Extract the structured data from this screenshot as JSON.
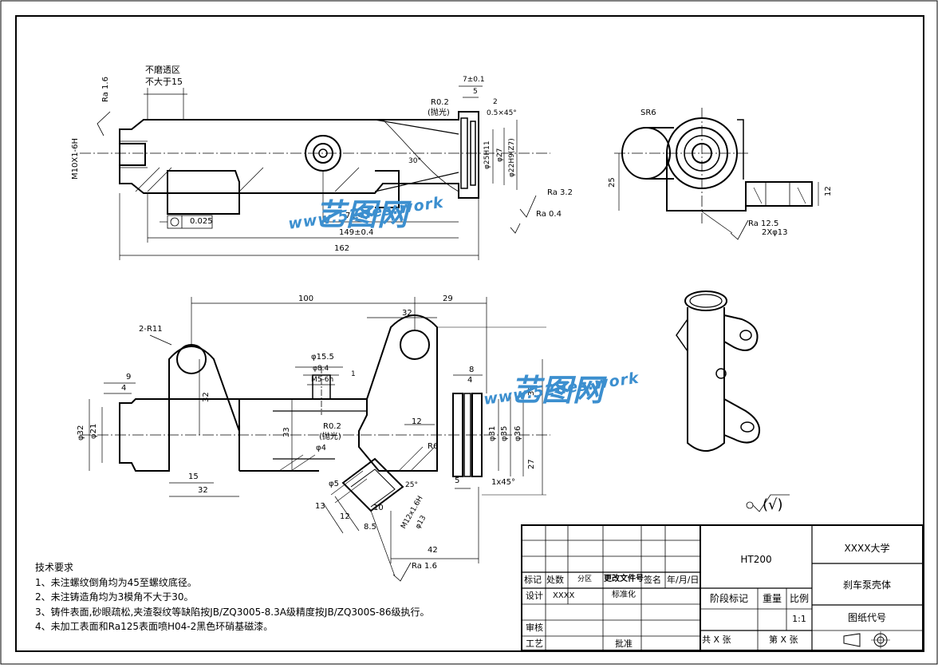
{
  "drawing": {
    "dims_top": [
      "不磨透区",
      "不大于15",
      "Ra 1.6",
      "M10X1-6H",
      "R0.2",
      "(抛光)",
      "7±0.1",
      "5",
      "2",
      "0.5×45°",
      "φ25H11",
      "φ27",
      "φ22H9(Z7)",
      "30°",
      "Ra 3.2",
      "Ra 0.4",
      "71.4",
      "149±0.4",
      "162",
      "0.025"
    ],
    "dims_side": [
      "SR6",
      "25",
      "12",
      "Ra 12.5",
      "2Xφ13"
    ],
    "dims_bottom": [
      "100",
      "29",
      "32",
      "2-R11",
      "32",
      "9",
      "4",
      "φ32",
      "φ21",
      "15",
      "32",
      "φ15.5",
      "φ8.4",
      "M5-6h",
      "1",
      "R0.2",
      "(抛光)",
      "33",
      "φ4",
      "φ5",
      "12",
      "R6",
      "8",
      "4",
      "38",
      "φ31",
      "φ35",
      "φ36",
      "27",
      "5",
      "1x45°",
      "13",
      "12",
      "10",
      "8.5",
      "M12x1.6H",
      "φ13",
      "25°",
      "42",
      "Ra 1.6"
    ],
    "roughness_general": "(√)"
  },
  "watermark": {
    "logo_text": "艺图网",
    "url_text": "www.52des.work"
  },
  "notes": {
    "title": "技术要求",
    "items": [
      "1、未注螺纹倒角均为45至螺纹底径。",
      "2、未注铸造角均为3模角不大于30。",
      "3、铸件表面,砂眼疏松,夹渣裂纹等缺陷按JB/ZQ3005-8.3A级精度按JB/ZQ300S-86级执行。",
      "4、未加工表面和Ra125表面喷H04-2黑色环硝基磁漆。"
    ]
  },
  "title_block": {
    "material": "HT200",
    "school": "XXXX大学",
    "part_name": "刹车泵壳体",
    "drawing_code_label": "图纸代号",
    "stage_mark": "阶段标记",
    "weight": "重量",
    "scale_label": "比例",
    "scale_value": "1:1",
    "total_sheets": "共 X 张",
    "sheet_no": "第 X 张",
    "mark": "标记",
    "count": "处数",
    "zone": "分区",
    "doc_no": "更改文件号",
    "sign": "签名",
    "date": "年/月/日",
    "design": "设计",
    "designer": "XXXX",
    "standardize": "标准化",
    "review": "审核",
    "process": "工艺",
    "approve": "批准"
  }
}
